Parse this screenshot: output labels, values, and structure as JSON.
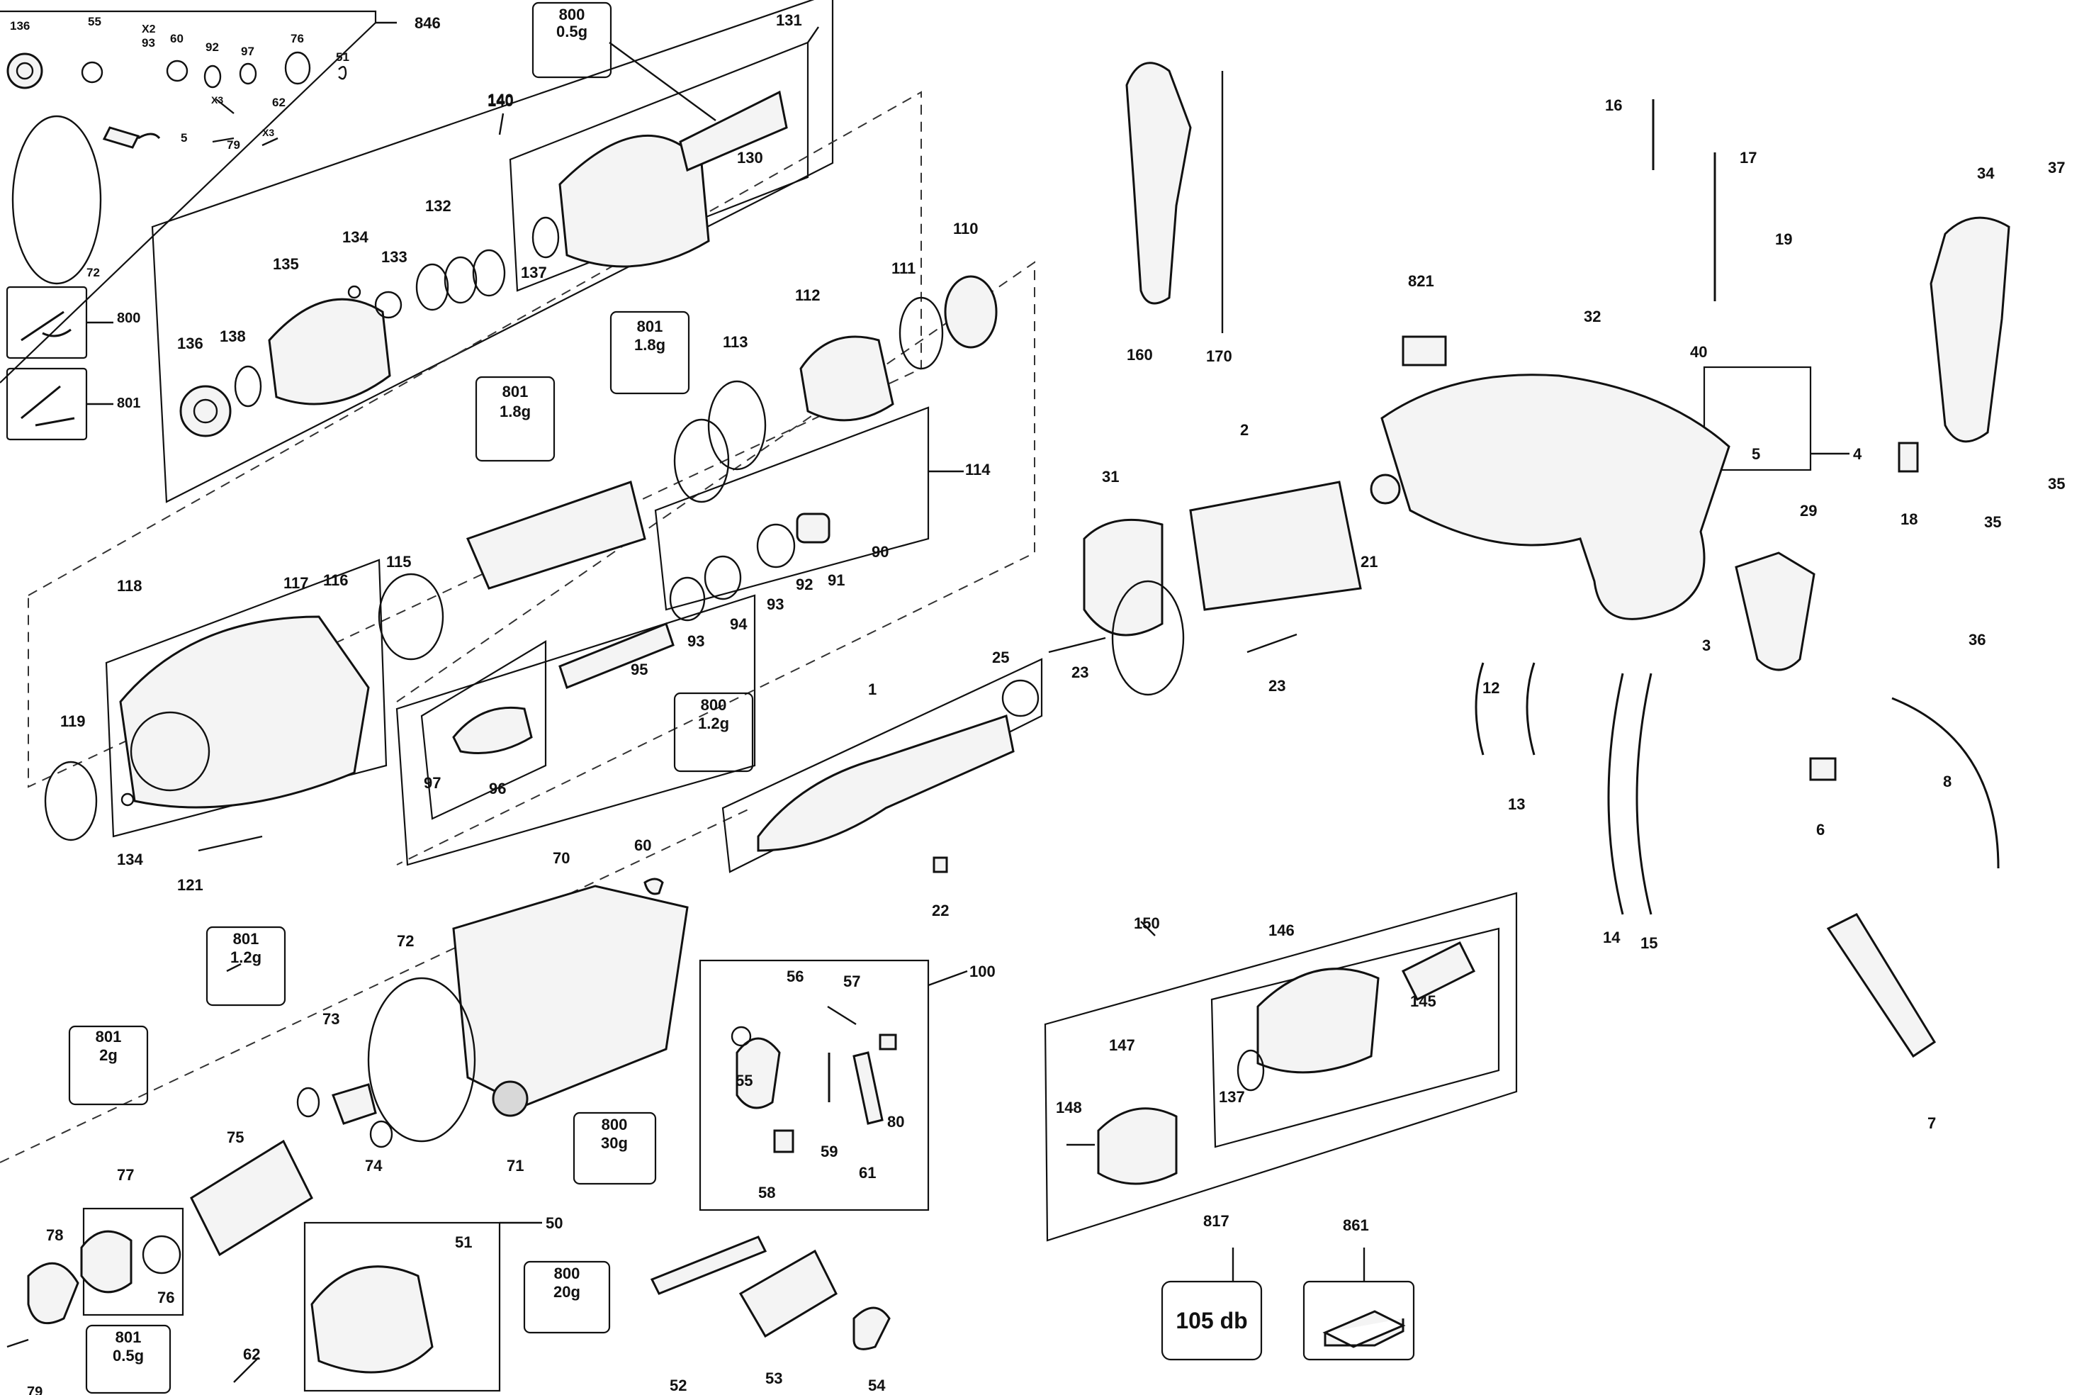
{
  "diagram": {
    "groups": [
      {
        "id": "846",
        "label": "846"
      },
      {
        "id": "131",
        "label": "131"
      },
      {
        "id": "140",
        "label": "140"
      },
      {
        "id": "114",
        "label": "114"
      },
      {
        "id": "100",
        "label": "100"
      },
      {
        "id": "50",
        "label": "50"
      },
      {
        "id": "150",
        "label": "150"
      },
      {
        "id": "4",
        "label": "4"
      }
    ],
    "grease_callouts": [
      {
        "part": "800",
        "amount": "0.5g"
      },
      {
        "part": "801",
        "amount": "1.8g"
      },
      {
        "part": "801",
        "amount": "1.8g"
      },
      {
        "part": "800",
        "amount": "1.2g"
      },
      {
        "part": "801",
        "amount": "1.2g"
      },
      {
        "part": "801",
        "amount": "2g"
      },
      {
        "part": "800",
        "amount": "30g"
      },
      {
        "part": "800",
        "amount": "20g"
      },
      {
        "part": "801",
        "amount": "0.5g"
      },
      {
        "part": "800",
        "amount": ""
      },
      {
        "part": "801",
        "amount": ""
      }
    ],
    "labels": [
      "136",
      "55",
      "X2",
      "93",
      "60",
      "92",
      "97",
      "76",
      "51",
      "X3",
      "79",
      "62",
      "X3",
      "5",
      "72",
      "140",
      "130",
      "137",
      "132",
      "134",
      "133",
      "135",
      "136",
      "138",
      "110",
      "111",
      "112",
      "113",
      "118",
      "117",
      "116",
      "115",
      "90",
      "91",
      "92",
      "93",
      "94",
      "93",
      "95",
      "119",
      "134",
      "121",
      "97",
      "96",
      "1",
      "25",
      "22",
      "60",
      "70",
      "72",
      "73",
      "74",
      "71",
      "75",
      "77",
      "78",
      "76",
      "79",
      "62",
      "51",
      "56",
      "57",
      "55",
      "80",
      "59",
      "58",
      "61",
      "52",
      "53",
      "54",
      "160",
      "170",
      "821",
      "32",
      "2",
      "31",
      "21",
      "23",
      "23",
      "16",
      "17",
      "19",
      "40",
      "34",
      "37",
      "5",
      "18",
      "35",
      "29",
      "35",
      "36",
      "3",
      "12",
      "13",
      "14",
      "15",
      "8",
      "6",
      "7",
      "147",
      "146",
      "145",
      "148",
      "137",
      "817",
      "861"
    ],
    "db_label": "105 db"
  }
}
